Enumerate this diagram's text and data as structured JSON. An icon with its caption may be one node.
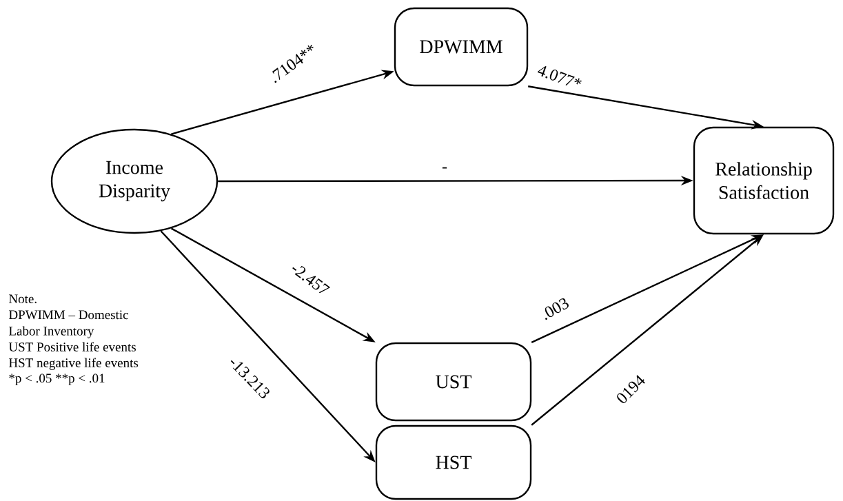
{
  "diagram": {
    "nodes": [
      {
        "text": [
          "Income Disparity"
        ]
      },
      {
        "text": [
          "DPWIMM"
        ]
      },
      {
        "text": [
          "Relationship Satisfaction"
        ]
      },
      {
        "text": [
          "UST"
        ]
      },
      {
        "text": [
          "HST"
        ]
      }
    ],
    "edges": [
      {
        "from": 0,
        "to": 1,
        "arrow": "to",
        "label": ".7104**"
      },
      {
        "from": 1,
        "to": 2,
        "arrow": "to",
        "label": "4.077*"
      },
      {
        "from": 0,
        "to": 2,
        "arrow": "to",
        "label": "-"
      },
      {
        "from": 0,
        "to": 3,
        "arrow": "to",
        "label": "-2.457"
      },
      {
        "from": 0,
        "to": 4,
        "arrow": "to",
        "label": "-13.213"
      },
      {
        "from": 3,
        "to": 2,
        "arrow": "to",
        "label": ".003"
      },
      {
        "from": 4,
        "to": 2,
        "arrow": "to",
        "label": "0194"
      }
    ],
    "labels": [
      "Note.",
      "DPWIMM – Domestic",
      "Labor Inventory",
      "UST Positive life events",
      "HST negative life events",
      "*p < .05 **p < .01"
    ]
  }
}
